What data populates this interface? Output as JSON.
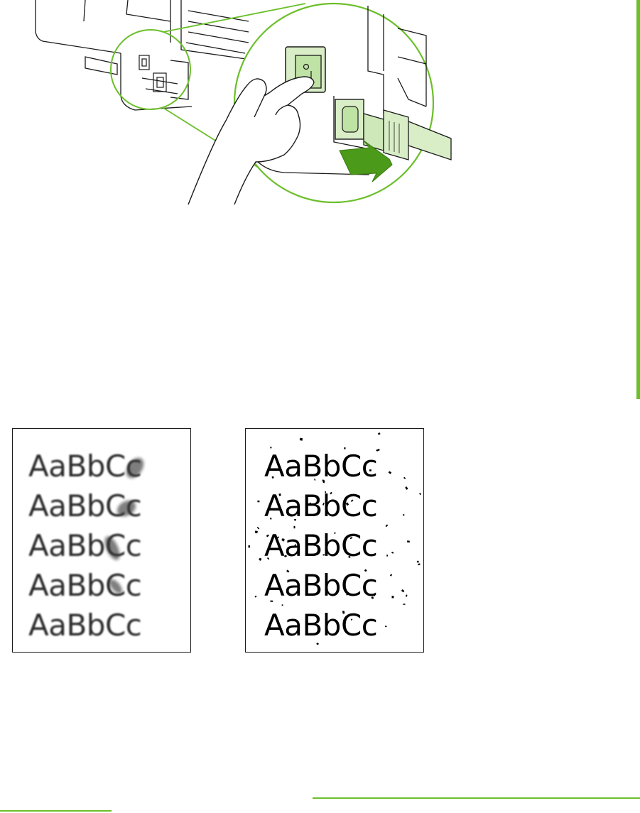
{
  "figure_top": {
    "subject": "hand pressing power switch on back of printer with power cord arrow",
    "icons": [
      "power-switch-icon",
      "power-cord-icon",
      "arrow-icon",
      "hand-icon"
    ]
  },
  "samples": {
    "smeared": {
      "lines": [
        "AaBbCc",
        "AaBbCc",
        "AaBbCc",
        "AaBbCc",
        "AaBbCc"
      ]
    },
    "spots": {
      "lines": [
        "AaBbCc",
        "AaBbCc",
        "AaBbCc",
        "AaBbCc",
        "AaBbCc"
      ]
    }
  },
  "colors": {
    "accent": "#6bbf2a",
    "accent_dark": "#4b9a1a",
    "light_green": "#d9eec7",
    "line_art": "#1a1a1a"
  }
}
